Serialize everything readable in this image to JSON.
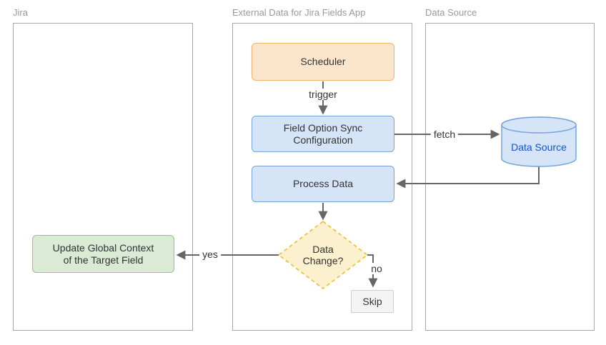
{
  "diagram": {
    "lanes": [
      {
        "title": "Jira"
      },
      {
        "title": "External Data for Jira Fields App"
      },
      {
        "title": "Data Source"
      }
    ],
    "nodes": {
      "scheduler": {
        "label": "Scheduler"
      },
      "sync_config": {
        "line1": "Field Option Sync",
        "line2": "Configuration"
      },
      "process_data": {
        "label": "Process Data"
      },
      "decision": {
        "line1": "Data",
        "line2": "Change?"
      },
      "skip": {
        "label": "Skip"
      },
      "update_context": {
        "line1": "Update Global Context",
        "line2": "of the Target Field"
      },
      "datasource": {
        "label": "Data Source"
      }
    },
    "edge_labels": {
      "trigger": "trigger",
      "fetch": "fetch",
      "yes": "yes",
      "no": "no"
    },
    "colors": {
      "orange_fill": "#FCE5CD",
      "orange_stroke": "#F3B269",
      "blue_fill": "#D5E4F6",
      "blue_stroke": "#76A5DB",
      "green_fill": "#DAEAD5",
      "green_stroke": "#97C287",
      "yellow_fill": "#FCF1CF",
      "yellow_stroke": "#EFC240",
      "skip_fill": "#F4F4F4",
      "skip_stroke": "#CFCFCF",
      "connector": "#666666",
      "lane_border": "#A9A9A9",
      "lane_title_text": "#999999",
      "node_text": "#333333",
      "datasource_text": "#1155CC"
    }
  }
}
